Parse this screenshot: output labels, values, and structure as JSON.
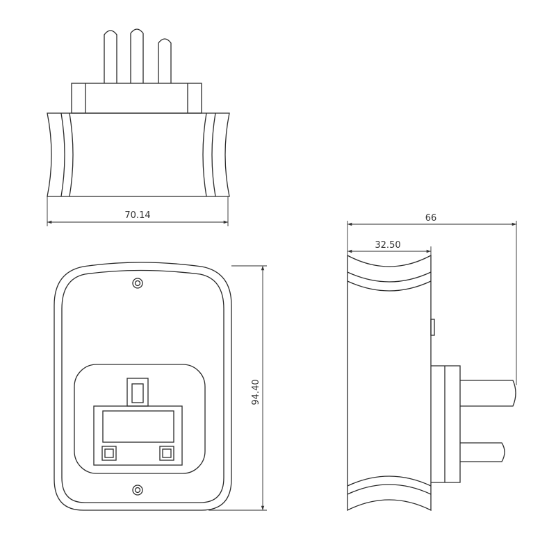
{
  "dimensions": {
    "width": "70.14",
    "height": "94.40",
    "depth": "66",
    "body_depth": "32.50"
  }
}
